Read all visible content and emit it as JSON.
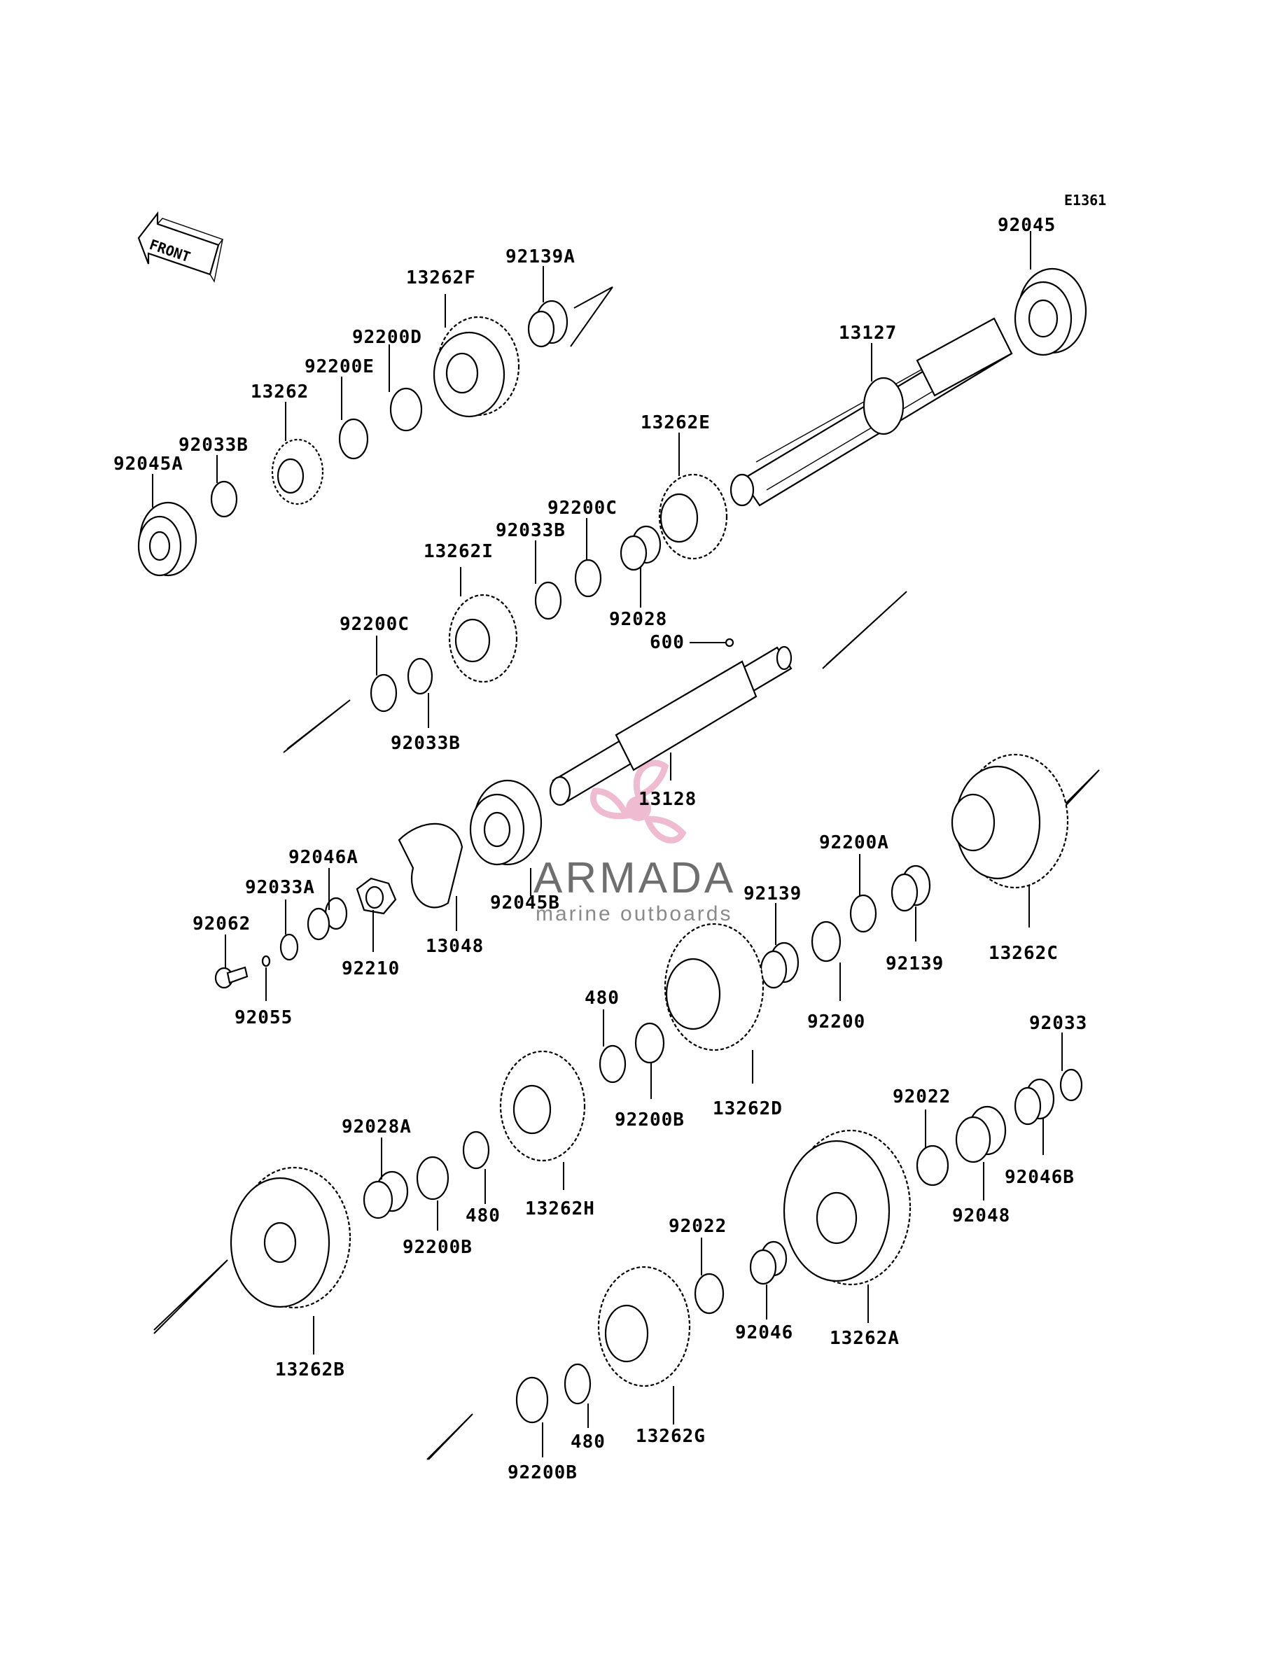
{
  "diagram_code": "E1361",
  "front_label": "FRONT",
  "watermark": {
    "brand": "ARMADA",
    "tagline": "marine outboards",
    "accent": "#e58fb4"
  },
  "part_labels": {
    "p92045": "92045",
    "p13127": "13127",
    "p92139A": "92139A",
    "p13262F": "13262F",
    "p92200D": "92200D",
    "p92200E": "92200E",
    "p13262": "13262",
    "p92033B_a": "92033B",
    "p92045A": "92045A",
    "p13262E": "13262E",
    "p92200C_a": "92200C",
    "p92033B_b": "92033B",
    "p13262I": "13262I",
    "p92028": "92028",
    "p600": "600",
    "p92200C_b": "92200C",
    "p92033B_c": "92033B",
    "p13128": "13128",
    "p92046A": "92046A",
    "p92033A": "92033A",
    "p92045B": "92045B",
    "p92062": "92062",
    "p92210": "92210",
    "p13048": "13048",
    "p92055": "92055",
    "p92200A": "92200A",
    "p92139_a": "92139",
    "p92139_b": "92139",
    "p13262C": "13262C",
    "p92200": "92200",
    "p480_a": "480",
    "p92200B_a": "92200B",
    "p13262D": "13262D",
    "p92033": "92033",
    "p92022_a": "92022",
    "p92028A": "92028A",
    "p92046B": "92046B",
    "p92048": "92048",
    "p92200B_b": "92200B",
    "p480_b": "480",
    "p13262H": "13262H",
    "p13262B": "13262B",
    "p92022_b": "92022",
    "p92046": "92046",
    "p13262A": "13262A",
    "p480_c": "480",
    "p13262G": "13262G",
    "p92200B_c": "92200B"
  }
}
